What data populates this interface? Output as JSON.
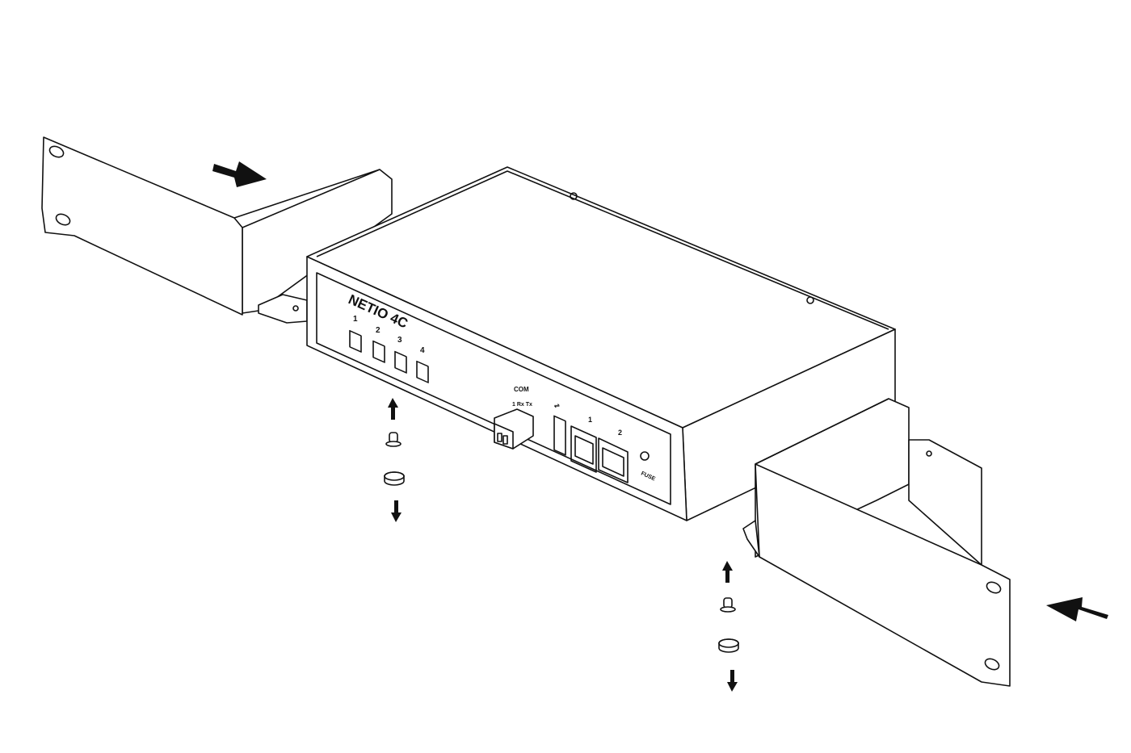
{
  "diagram": {
    "device_logo": "NETIO 4C",
    "outlet_labels": [
      "1",
      "2",
      "3",
      "4"
    ],
    "com_label": "COM",
    "com_pins_label": "1 Rx Tx",
    "lan_labels": [
      "1",
      "2"
    ],
    "fuse_label": "FUSE",
    "colors": {
      "line": "#111111",
      "background": "#ffffff"
    }
  }
}
